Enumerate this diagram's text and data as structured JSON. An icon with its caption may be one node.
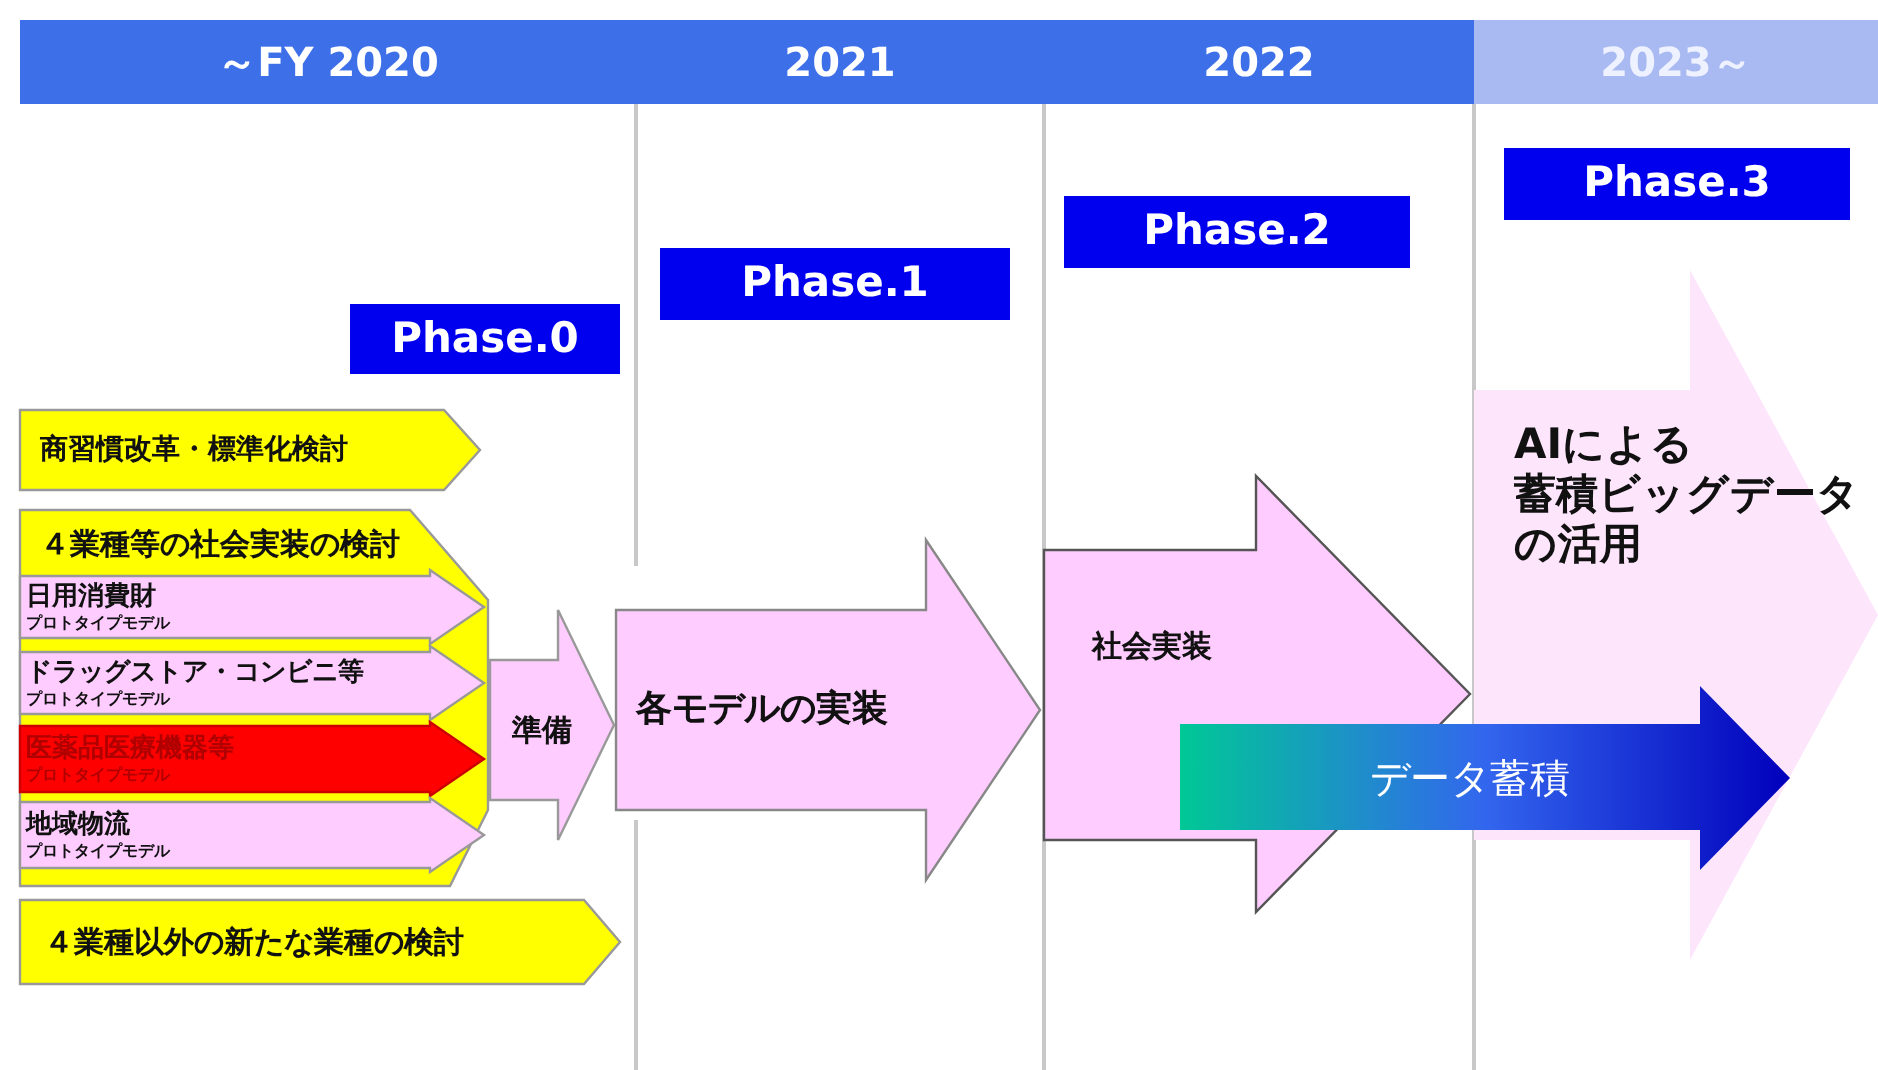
{
  "diagram": {
    "nodes": [
      {
        "text": [
          "～FY 2020"
        ]
      },
      {
        "text": [
          "2021"
        ]
      },
      {
        "text": [
          "2022"
        ]
      },
      {
        "text": [
          "2023～"
        ]
      },
      {
        "text": [
          "Phase.0"
        ]
      },
      {
        "text": [
          "Phase.1"
        ]
      },
      {
        "text": [
          "Phase.2"
        ]
      },
      {
        "text": [
          "Phase.3"
        ]
      },
      {
        "text": [
          "商習慣改革・標準化検討"
        ]
      },
      {
        "text": [
          "４業種等の社会実装の検討"
        ]
      },
      {
        "text": [
          "日用消費財",
          "プロトタイプモデル"
        ],
        "in": 9
      },
      {
        "text": [
          "ドラッグストア・コンビニ等",
          "プロトタイプモデル"
        ],
        "in": 9
      },
      {
        "text": [
          "医薬品医療機器等",
          "プロトタイプモデル"
        ],
        "in": 9
      },
      {
        "text": [
          "地域物流",
          "プロトタイプモデル"
        ],
        "in": 9
      },
      {
        "text": [
          "準備"
        ]
      },
      {
        "text": [
          "４業種以外の新たな業種の検討"
        ]
      },
      {
        "text": [
          "各モデルの実装"
        ]
      },
      {
        "text": [
          "社会実装"
        ]
      },
      {
        "text": [
          "データ蓄積"
        ]
      },
      {
        "text": [
          "AIによる",
          "蓄積ビッグデータの活用"
        ]
      }
    ]
  }
}
